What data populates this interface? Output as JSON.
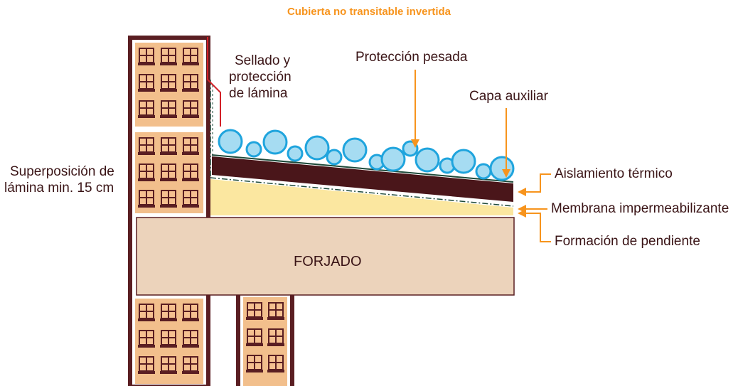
{
  "title": "Cubierta no transitable invertida",
  "labels": {
    "sellado": [
      "Sellado y",
      "protección",
      "de lámina"
    ],
    "proteccion_pesada": "Protección pesada",
    "capa_auxiliar": "Capa auxiliar",
    "superposicion": [
      "Superposición de",
      "lámina min. 15 cm"
    ],
    "aislamiento": "Aislamiento térmico",
    "membrana": "Membrana impermeabilizante",
    "formacion": "Formación de pendiente",
    "forjado": "FORJADO"
  },
  "colors": {
    "title": "#f7941d",
    "arrow": "#f7941d",
    "building_outline": "#5a1e22",
    "building_fill": "#f2bf8c",
    "window_fill": "#f5c090",
    "forjado": "#ecd3bb",
    "forjado_border": "#5a1e22",
    "insulation": "#4a161a",
    "slope_fill": "#fbe7a0",
    "membrane": "#1e4a3a",
    "gravel_fill": "#a6dcf2",
    "gravel_stroke": "#1fa4dd",
    "sealant": "#d22027",
    "text": "#3a1416"
  }
}
